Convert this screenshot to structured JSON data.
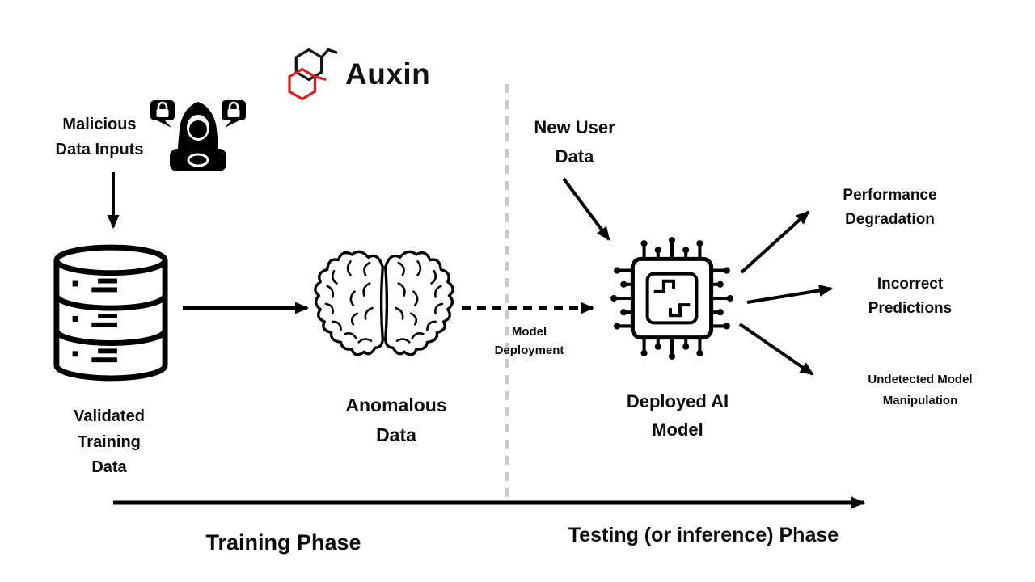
{
  "brand": {
    "name": "Auxin"
  },
  "colors": {
    "ink": "#000000",
    "accent_red": "#e01b1b",
    "divider_gray": "#c9c9c9"
  },
  "nodes": {
    "malicious_inputs": {
      "label": "Malicious\nData Inputs",
      "icon": "hacker-at-laptop-icon"
    },
    "validated_training_data": {
      "label": "Validated\nTraining\nData",
      "icon": "database-icon"
    },
    "anomalous_data": {
      "label": "Anomalous\nData",
      "icon": "brain-icon"
    },
    "model_deployment": {
      "label": "Model\nDeployment"
    },
    "new_user_data": {
      "label": "New User\nData"
    },
    "deployed_ai_model": {
      "label": "Deployed AI\nModel",
      "icon": "ai-chip-icon"
    }
  },
  "outcomes": [
    {
      "label": "Performance\nDegradation"
    },
    {
      "label": "Incorrect\nPredictions"
    },
    {
      "label": "Undetected Model\nManipulation"
    }
  ],
  "phases": {
    "training": "Training Phase",
    "testing": "Testing (or inference) Phase"
  }
}
